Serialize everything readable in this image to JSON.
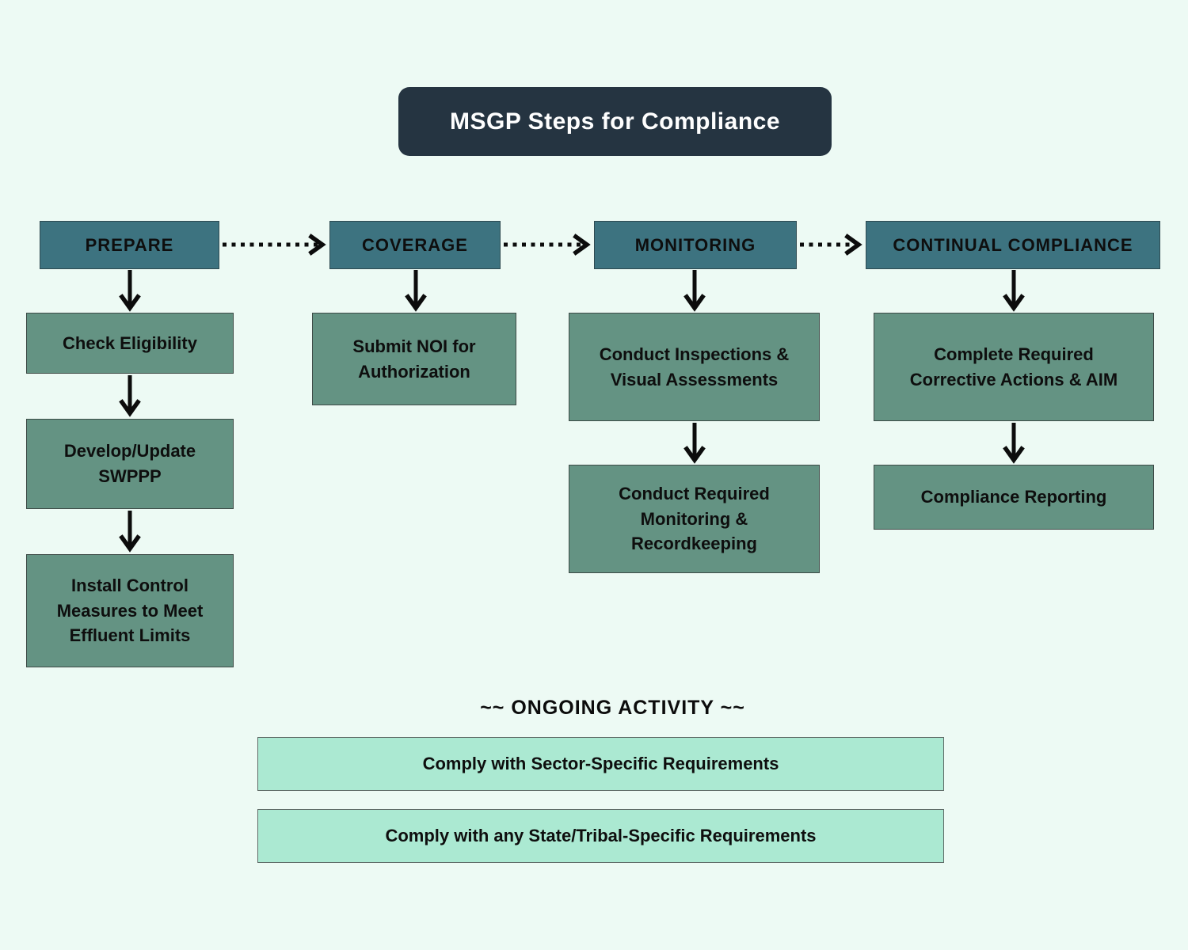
{
  "title": "MSGP Steps for Compliance",
  "columns": [
    {
      "header": "PREPARE",
      "steps": [
        "Check Eligibility",
        "Develop/Update SWPPP",
        "Install Control Measures to Meet Effluent Limits"
      ]
    },
    {
      "header": "COVERAGE",
      "steps": [
        "Submit NOI for Authorization"
      ]
    },
    {
      "header": "MONITORING",
      "steps": [
        "Conduct Inspections & Visual Assessments",
        "Conduct Required Monitoring & Recordkeeping"
      ]
    },
    {
      "header": "CONTINUAL COMPLIANCE",
      "steps": [
        "Complete Required Corrective Actions & AIM",
        "Compliance Reporting"
      ]
    }
  ],
  "ongoing": {
    "heading": "~~ ONGOING ACTIVITY ~~",
    "items": [
      "Comply with Sector-Specific Requirements",
      "Comply with any State/Tribal-Specific Requirements"
    ]
  },
  "colors": {
    "background": "#edfaf4",
    "title_box": "#253441",
    "title_text": "#fefefe",
    "stage_header": "#3d7380",
    "step_box": "#649383",
    "ongoing_box": "#abe9d2",
    "arrow": "#0c0c0c",
    "text": "#0e0e0e"
  }
}
